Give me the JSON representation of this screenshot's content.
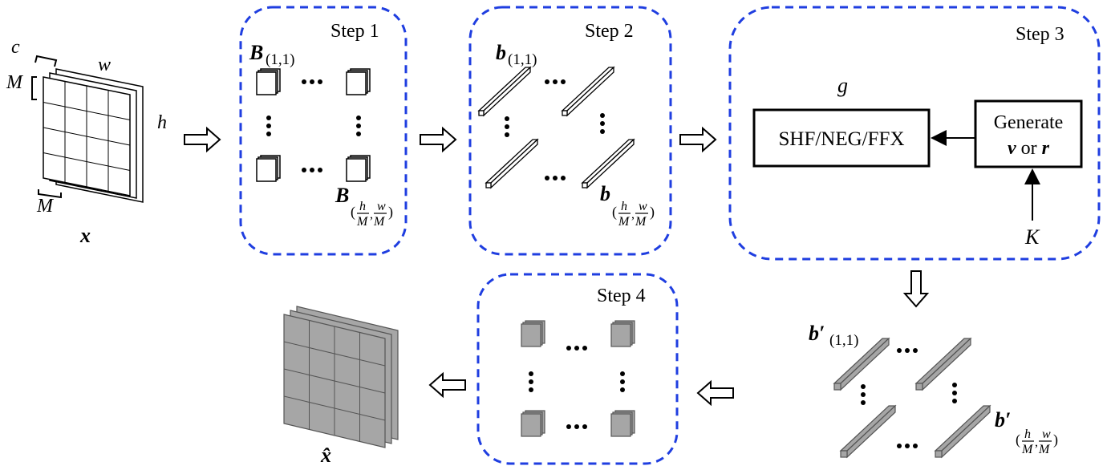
{
  "steps": {
    "step1": "Step 1",
    "step2": "Step 2",
    "step3": "Step 3",
    "step4": "Step 4"
  },
  "input": {
    "symbol": "x",
    "dim_c": "c",
    "dim_w": "w",
    "dim_h": "h",
    "block_size_top": "M",
    "block_size_bottom": "M"
  },
  "step1": {
    "first_block": "B",
    "first_block_sub": "(1,1)",
    "last_block": "B",
    "ellipsis": "…"
  },
  "step2": {
    "first_vector": "b",
    "first_vector_sub": "(1,1)",
    "last_vector": "b"
  },
  "step3": {
    "function_label": "g",
    "transform_box": "SHF/NEG/FFX",
    "generate_line1": "Generate",
    "generate_v": "v",
    "generate_or": "or",
    "generate_r": "r",
    "key_label": "K"
  },
  "output_vectors": {
    "first": "b′",
    "first_sub": "(1,1)",
    "last": "b′"
  },
  "output": {
    "symbol": "x̂"
  },
  "fraction": {
    "h": "h",
    "w": "w",
    "M": "M"
  },
  "colors": {
    "step_border": "#1f3ee0",
    "gray_block": "#a6a6a6"
  }
}
